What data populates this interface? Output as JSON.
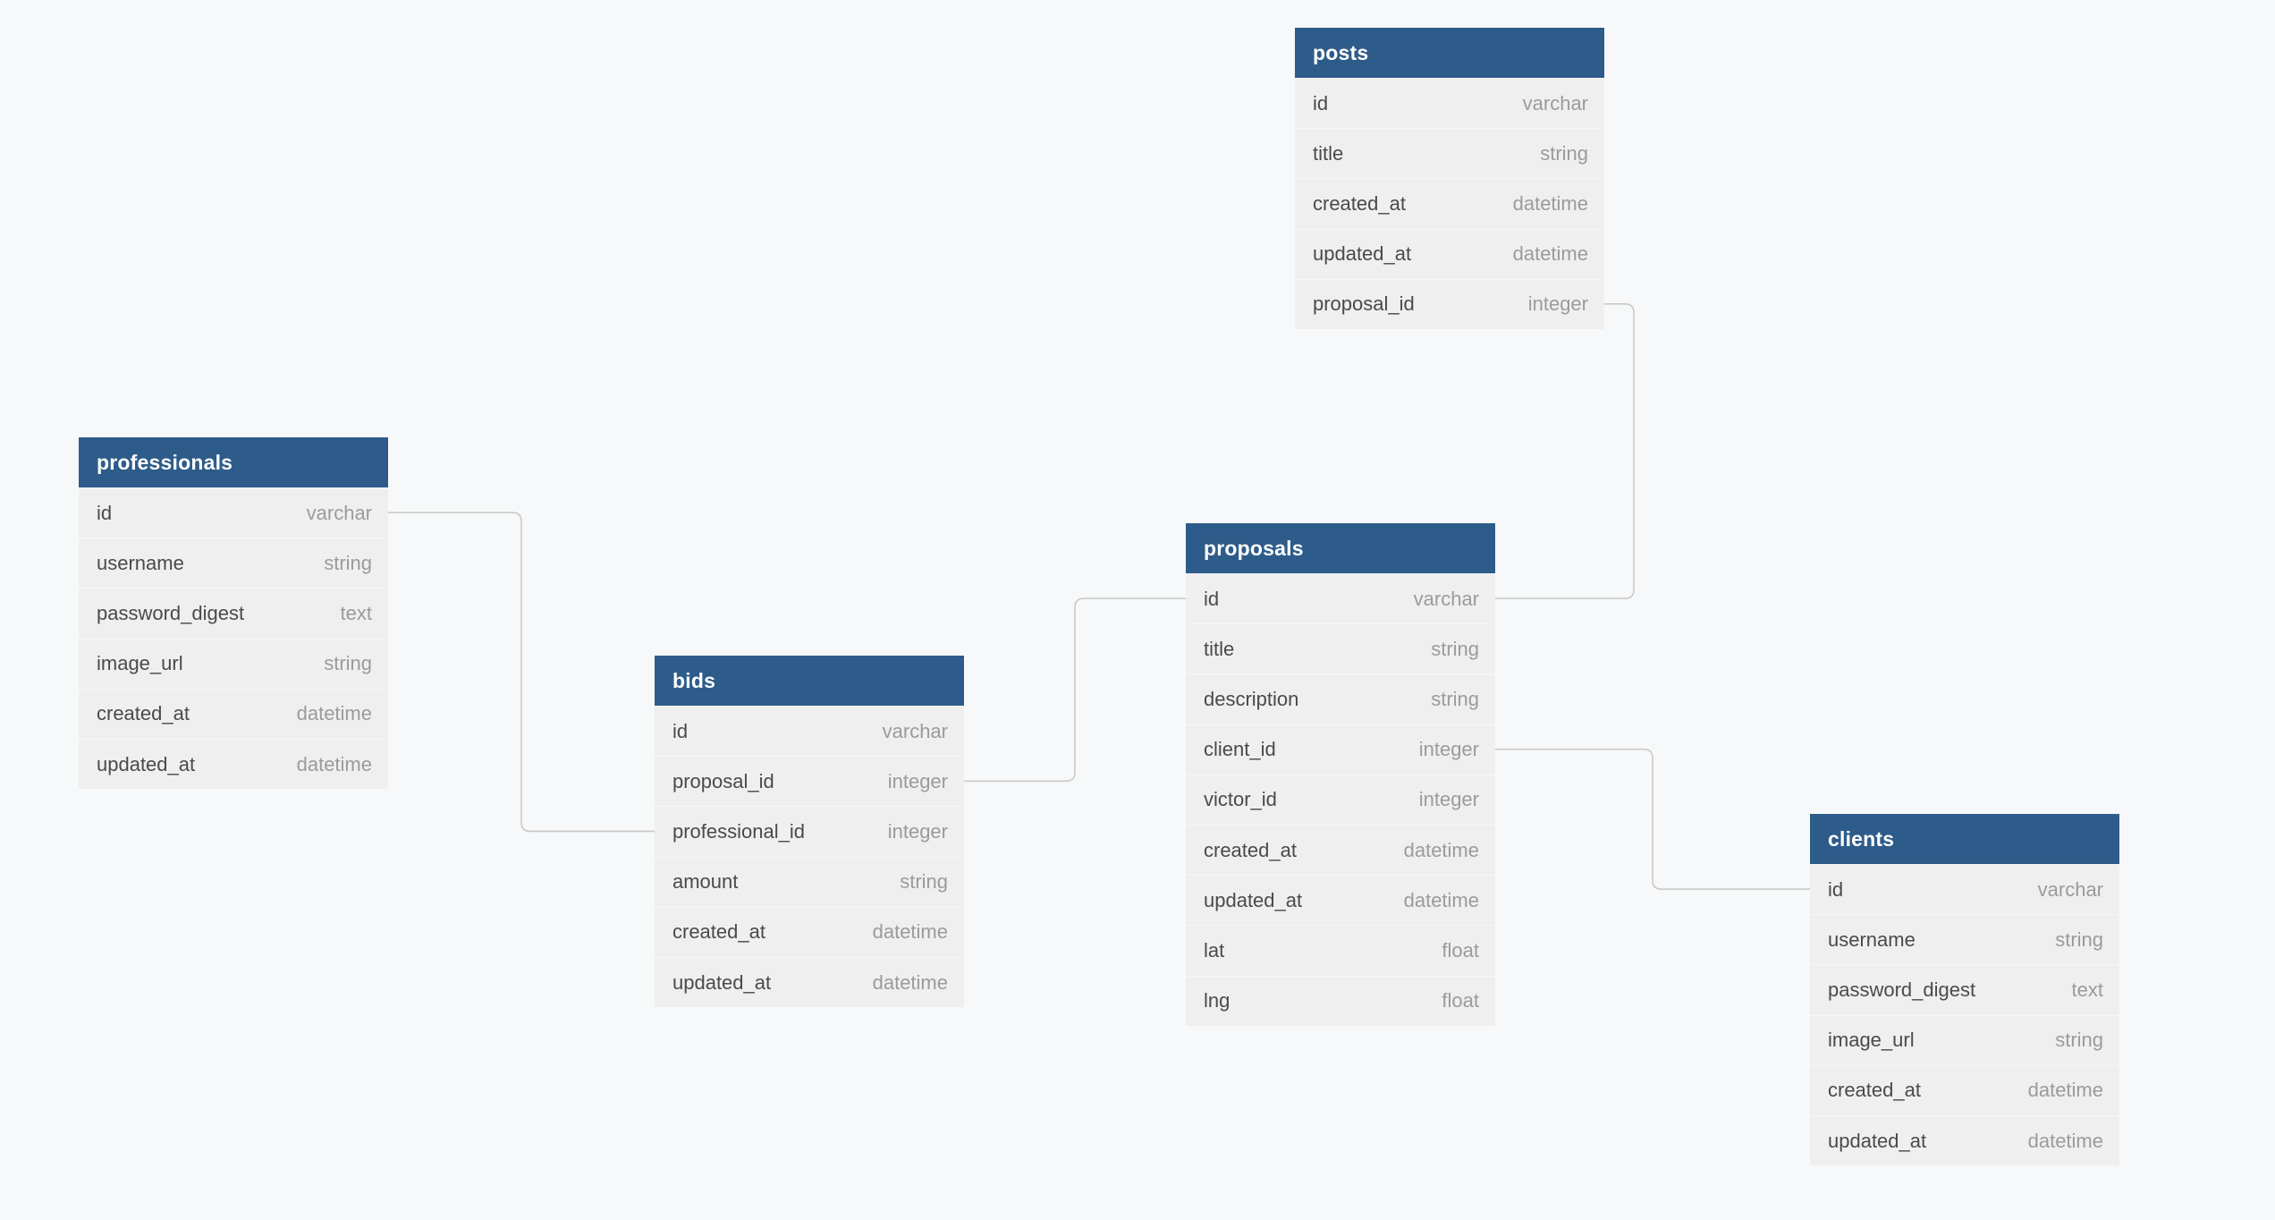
{
  "diagram": {
    "background_color": "#f7f8f9",
    "table_header_color": "#2e5c8a",
    "table_row_color": "#efefef",
    "connector_color": "#c9c9c9"
  },
  "tables": [
    {
      "name": "posts",
      "fields": [
        {
          "name": "id",
          "type": "varchar"
        },
        {
          "name": "title",
          "type": "string"
        },
        {
          "name": "created_at",
          "type": "datetime"
        },
        {
          "name": "updated_at",
          "type": "datetime"
        },
        {
          "name": "proposal_id",
          "type": "integer"
        }
      ]
    },
    {
      "name": "professionals",
      "fields": [
        {
          "name": "id",
          "type": "varchar"
        },
        {
          "name": "username",
          "type": "string"
        },
        {
          "name": "password_digest",
          "type": "text"
        },
        {
          "name": "image_url",
          "type": "string"
        },
        {
          "name": "created_at",
          "type": "datetime"
        },
        {
          "name": "updated_at",
          "type": "datetime"
        }
      ]
    },
    {
      "name": "bids",
      "fields": [
        {
          "name": "id",
          "type": "varchar"
        },
        {
          "name": "proposal_id",
          "type": "integer"
        },
        {
          "name": "professional_id",
          "type": "integer"
        },
        {
          "name": "amount",
          "type": "string"
        },
        {
          "name": "created_at",
          "type": "datetime"
        },
        {
          "name": "updated_at",
          "type": "datetime"
        }
      ]
    },
    {
      "name": "proposals",
      "fields": [
        {
          "name": "id",
          "type": "varchar"
        },
        {
          "name": "title",
          "type": "string"
        },
        {
          "name": "description",
          "type": "string"
        },
        {
          "name": "client_id",
          "type": "integer"
        },
        {
          "name": "victor_id",
          "type": "integer"
        },
        {
          "name": "created_at",
          "type": "datetime"
        },
        {
          "name": "updated_at",
          "type": "datetime"
        },
        {
          "name": "lat",
          "type": "float"
        },
        {
          "name": "lng",
          "type": "float"
        }
      ]
    },
    {
      "name": "clients",
      "fields": [
        {
          "name": "id",
          "type": "varchar"
        },
        {
          "name": "username",
          "type": "string"
        },
        {
          "name": "password_digest",
          "type": "text"
        },
        {
          "name": "image_url",
          "type": "string"
        },
        {
          "name": "created_at",
          "type": "datetime"
        },
        {
          "name": "updated_at",
          "type": "datetime"
        }
      ]
    }
  ],
  "relationships": [
    {
      "from": {
        "table": "professionals",
        "field": "id",
        "side": "right"
      },
      "to": {
        "table": "bids",
        "field": "professional_id",
        "side": "left"
      }
    },
    {
      "from": {
        "table": "bids",
        "field": "proposal_id",
        "side": "right"
      },
      "to": {
        "table": "proposals",
        "field": "id",
        "side": "left"
      }
    },
    {
      "from": {
        "table": "posts",
        "field": "proposal_id",
        "side": "right"
      },
      "to": {
        "table": "proposals",
        "field": "id",
        "side": "right"
      }
    },
    {
      "from": {
        "table": "proposals",
        "field": "client_id",
        "side": "right"
      },
      "to": {
        "table": "clients",
        "field": "id",
        "side": "left"
      }
    }
  ]
}
